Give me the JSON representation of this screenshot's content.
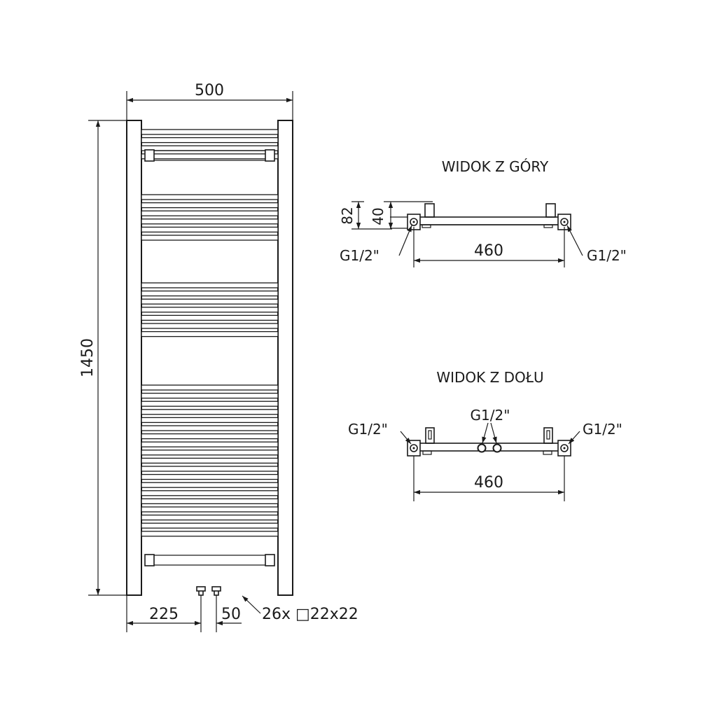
{
  "front_view": {
    "width_dim": "500",
    "height_dim": "1450",
    "left_offset_dim": "225",
    "pipe_spacing_dim": "50",
    "tube_spec": "26x □22x22"
  },
  "top_view": {
    "title": "WIDOK Z GÓRY",
    "depth_dim": "82",
    "pipe_depth_dim": "40",
    "span_dim": "460",
    "left_connection": "G1/2\"",
    "right_connection": "G1/2\""
  },
  "bottom_view": {
    "title": "WIDOK Z DOŁU",
    "span_dim": "460",
    "left_connection": "G1/2\"",
    "center_connection": "G1/2\"",
    "right_connection": "G1/2\""
  }
}
